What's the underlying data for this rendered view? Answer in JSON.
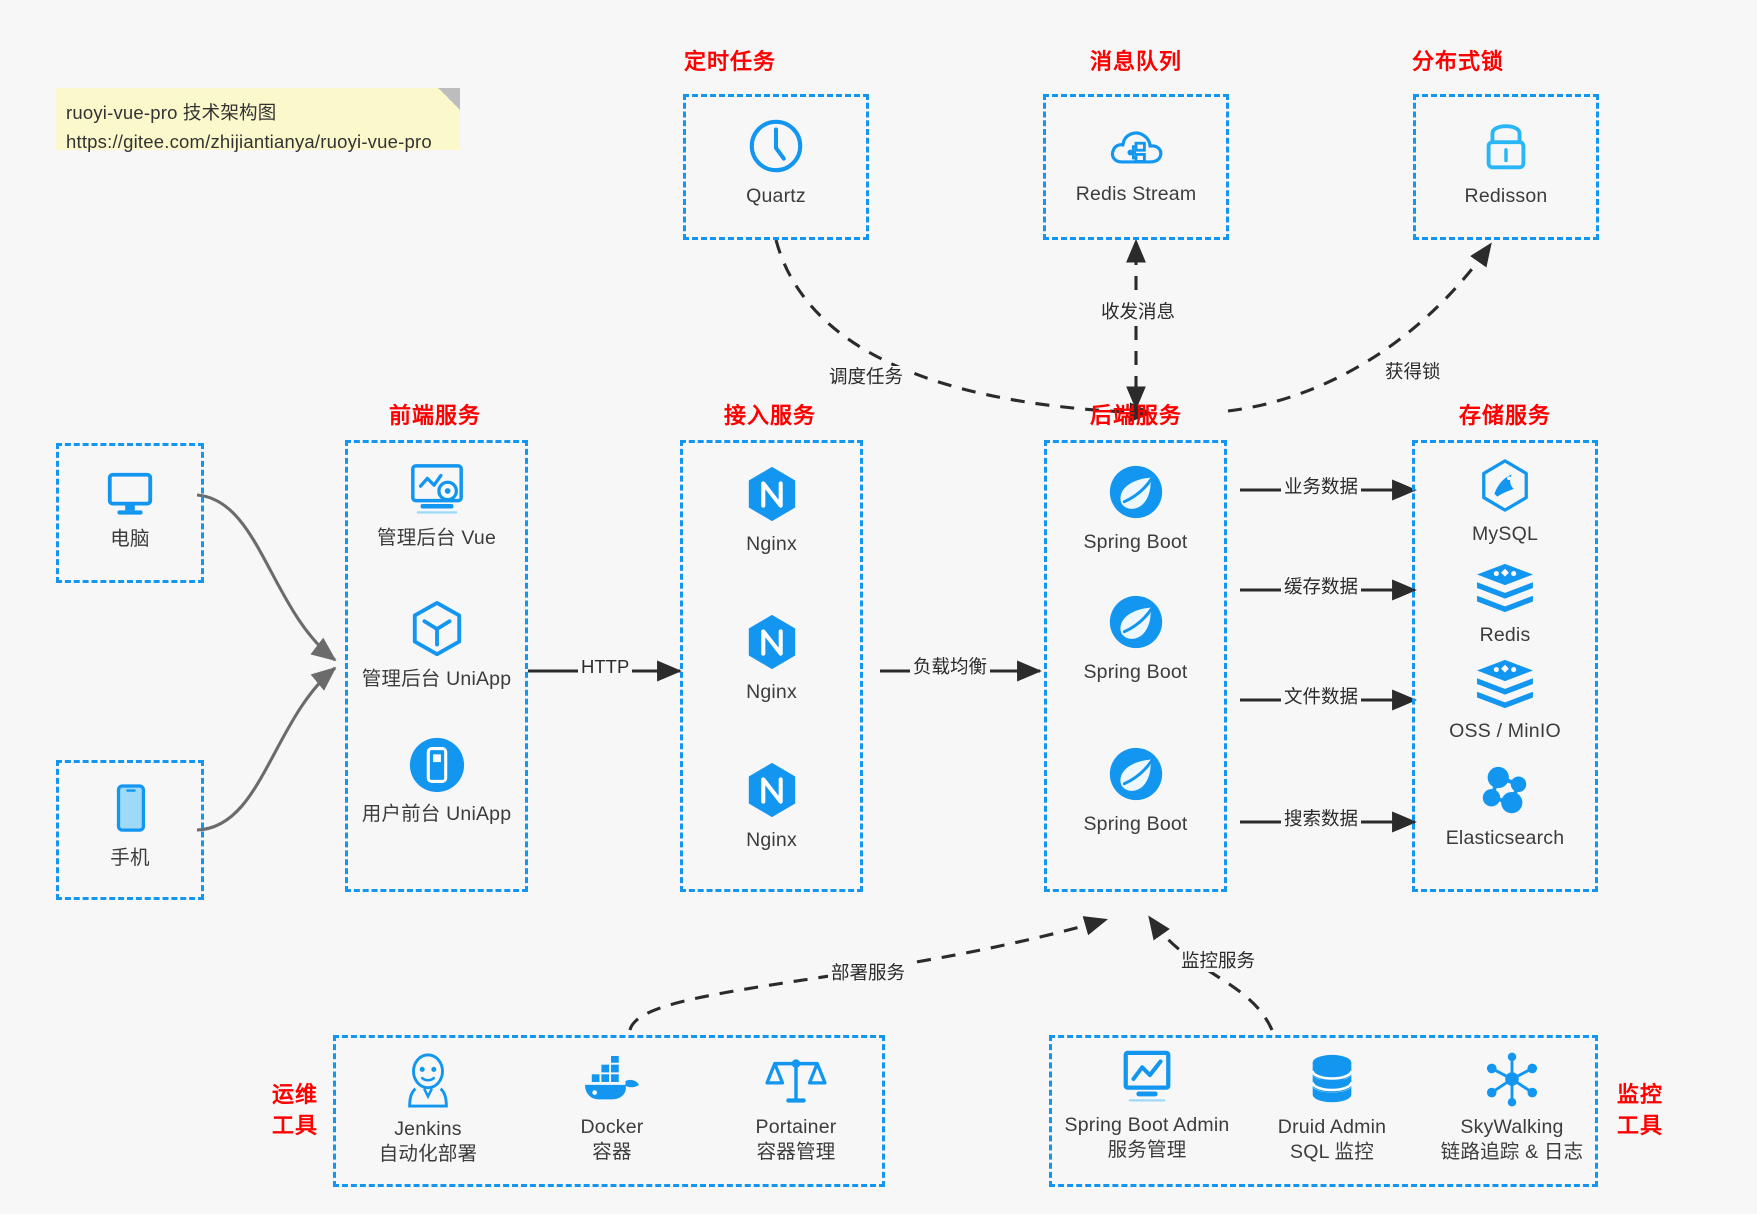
{
  "note": {
    "line1": "ruoyi-vue-pro 技术架构图",
    "line2": "https://gitee.com/zhijiantianya/ruoyi-vue-pro"
  },
  "colors": {
    "accent": "#1296f0",
    "title": "#ff0000",
    "background": "#f7f7f7",
    "note_bg": "#fbf8cc",
    "edge": "#2b2b2b"
  },
  "groups": {
    "scheduler": {
      "title": "定时任务",
      "items": [
        {
          "label": "Quartz",
          "icon": "clock-icon"
        }
      ]
    },
    "mq": {
      "title": "消息队列",
      "items": [
        {
          "label": "Redis Stream",
          "icon": "cloud-stream-icon"
        }
      ]
    },
    "lock": {
      "title": "分布式锁",
      "items": [
        {
          "label": "Redisson",
          "icon": "lock-icon"
        }
      ]
    },
    "clients": {
      "pc": {
        "label": "电脑",
        "icon": "desktop-icon"
      },
      "mobile": {
        "label": "手机",
        "icon": "phone-icon"
      }
    },
    "frontend": {
      "title": "前端服务",
      "items": [
        {
          "label": "管理后台 Vue",
          "icon": "dashboard-gear-icon"
        },
        {
          "label": "管理后台 UniApp",
          "icon": "uniapp-cube-icon"
        },
        {
          "label": "用户前台 UniApp",
          "icon": "mobile-app-icon"
        }
      ]
    },
    "gateway": {
      "title": "接入服务",
      "items": [
        {
          "label": "Nginx",
          "icon": "nginx-icon"
        },
        {
          "label": "Nginx",
          "icon": "nginx-icon"
        },
        {
          "label": "Nginx",
          "icon": "nginx-icon"
        }
      ]
    },
    "backend": {
      "title": "后端服务",
      "items": [
        {
          "label": "Spring Boot",
          "icon": "spring-boot-icon"
        },
        {
          "label": "Spring Boot",
          "icon": "spring-boot-icon"
        },
        {
          "label": "Spring Boot",
          "icon": "spring-boot-icon"
        }
      ]
    },
    "storage": {
      "title": "存储服务",
      "items": [
        {
          "label": "MySQL",
          "icon": "mysql-icon"
        },
        {
          "label": "Redis",
          "icon": "redis-icon"
        },
        {
          "label": "OSS / MinIO",
          "icon": "oss-minio-icon"
        },
        {
          "label": "Elasticsearch",
          "icon": "elasticsearch-icon"
        }
      ]
    },
    "ops": {
      "title_line1": "运维",
      "title_line2": "工具",
      "items": [
        {
          "name": "Jenkins",
          "desc": "自动化部署",
          "icon": "jenkins-icon"
        },
        {
          "name": "Docker",
          "desc": "容器",
          "icon": "docker-icon"
        },
        {
          "name": "Portainer",
          "desc": "容器管理",
          "icon": "portainer-scale-icon"
        }
      ]
    },
    "monitor": {
      "title_line1": "监控",
      "title_line2": "工具",
      "items": [
        {
          "name": "Spring Boot Admin",
          "desc": "服务管理",
          "icon": "monitor-chart-icon"
        },
        {
          "name": "Druid Admin",
          "desc": "SQL 监控",
          "icon": "database-icon"
        },
        {
          "name": "SkyWalking",
          "desc": "链路追踪 & 日志",
          "icon": "skywalking-icon"
        }
      ]
    }
  },
  "edges": {
    "schedule_task": "调度任务",
    "send_receive_message": "收发消息",
    "acquire_lock": "获得锁",
    "http": "HTTP",
    "load_balance": "负载均衡",
    "business_data": "业务数据",
    "cache_data": "缓存数据",
    "file_data": "文件数据",
    "search_data": "搜索数据",
    "deploy_service": "部署服务",
    "monitor_service": "监控服务"
  }
}
